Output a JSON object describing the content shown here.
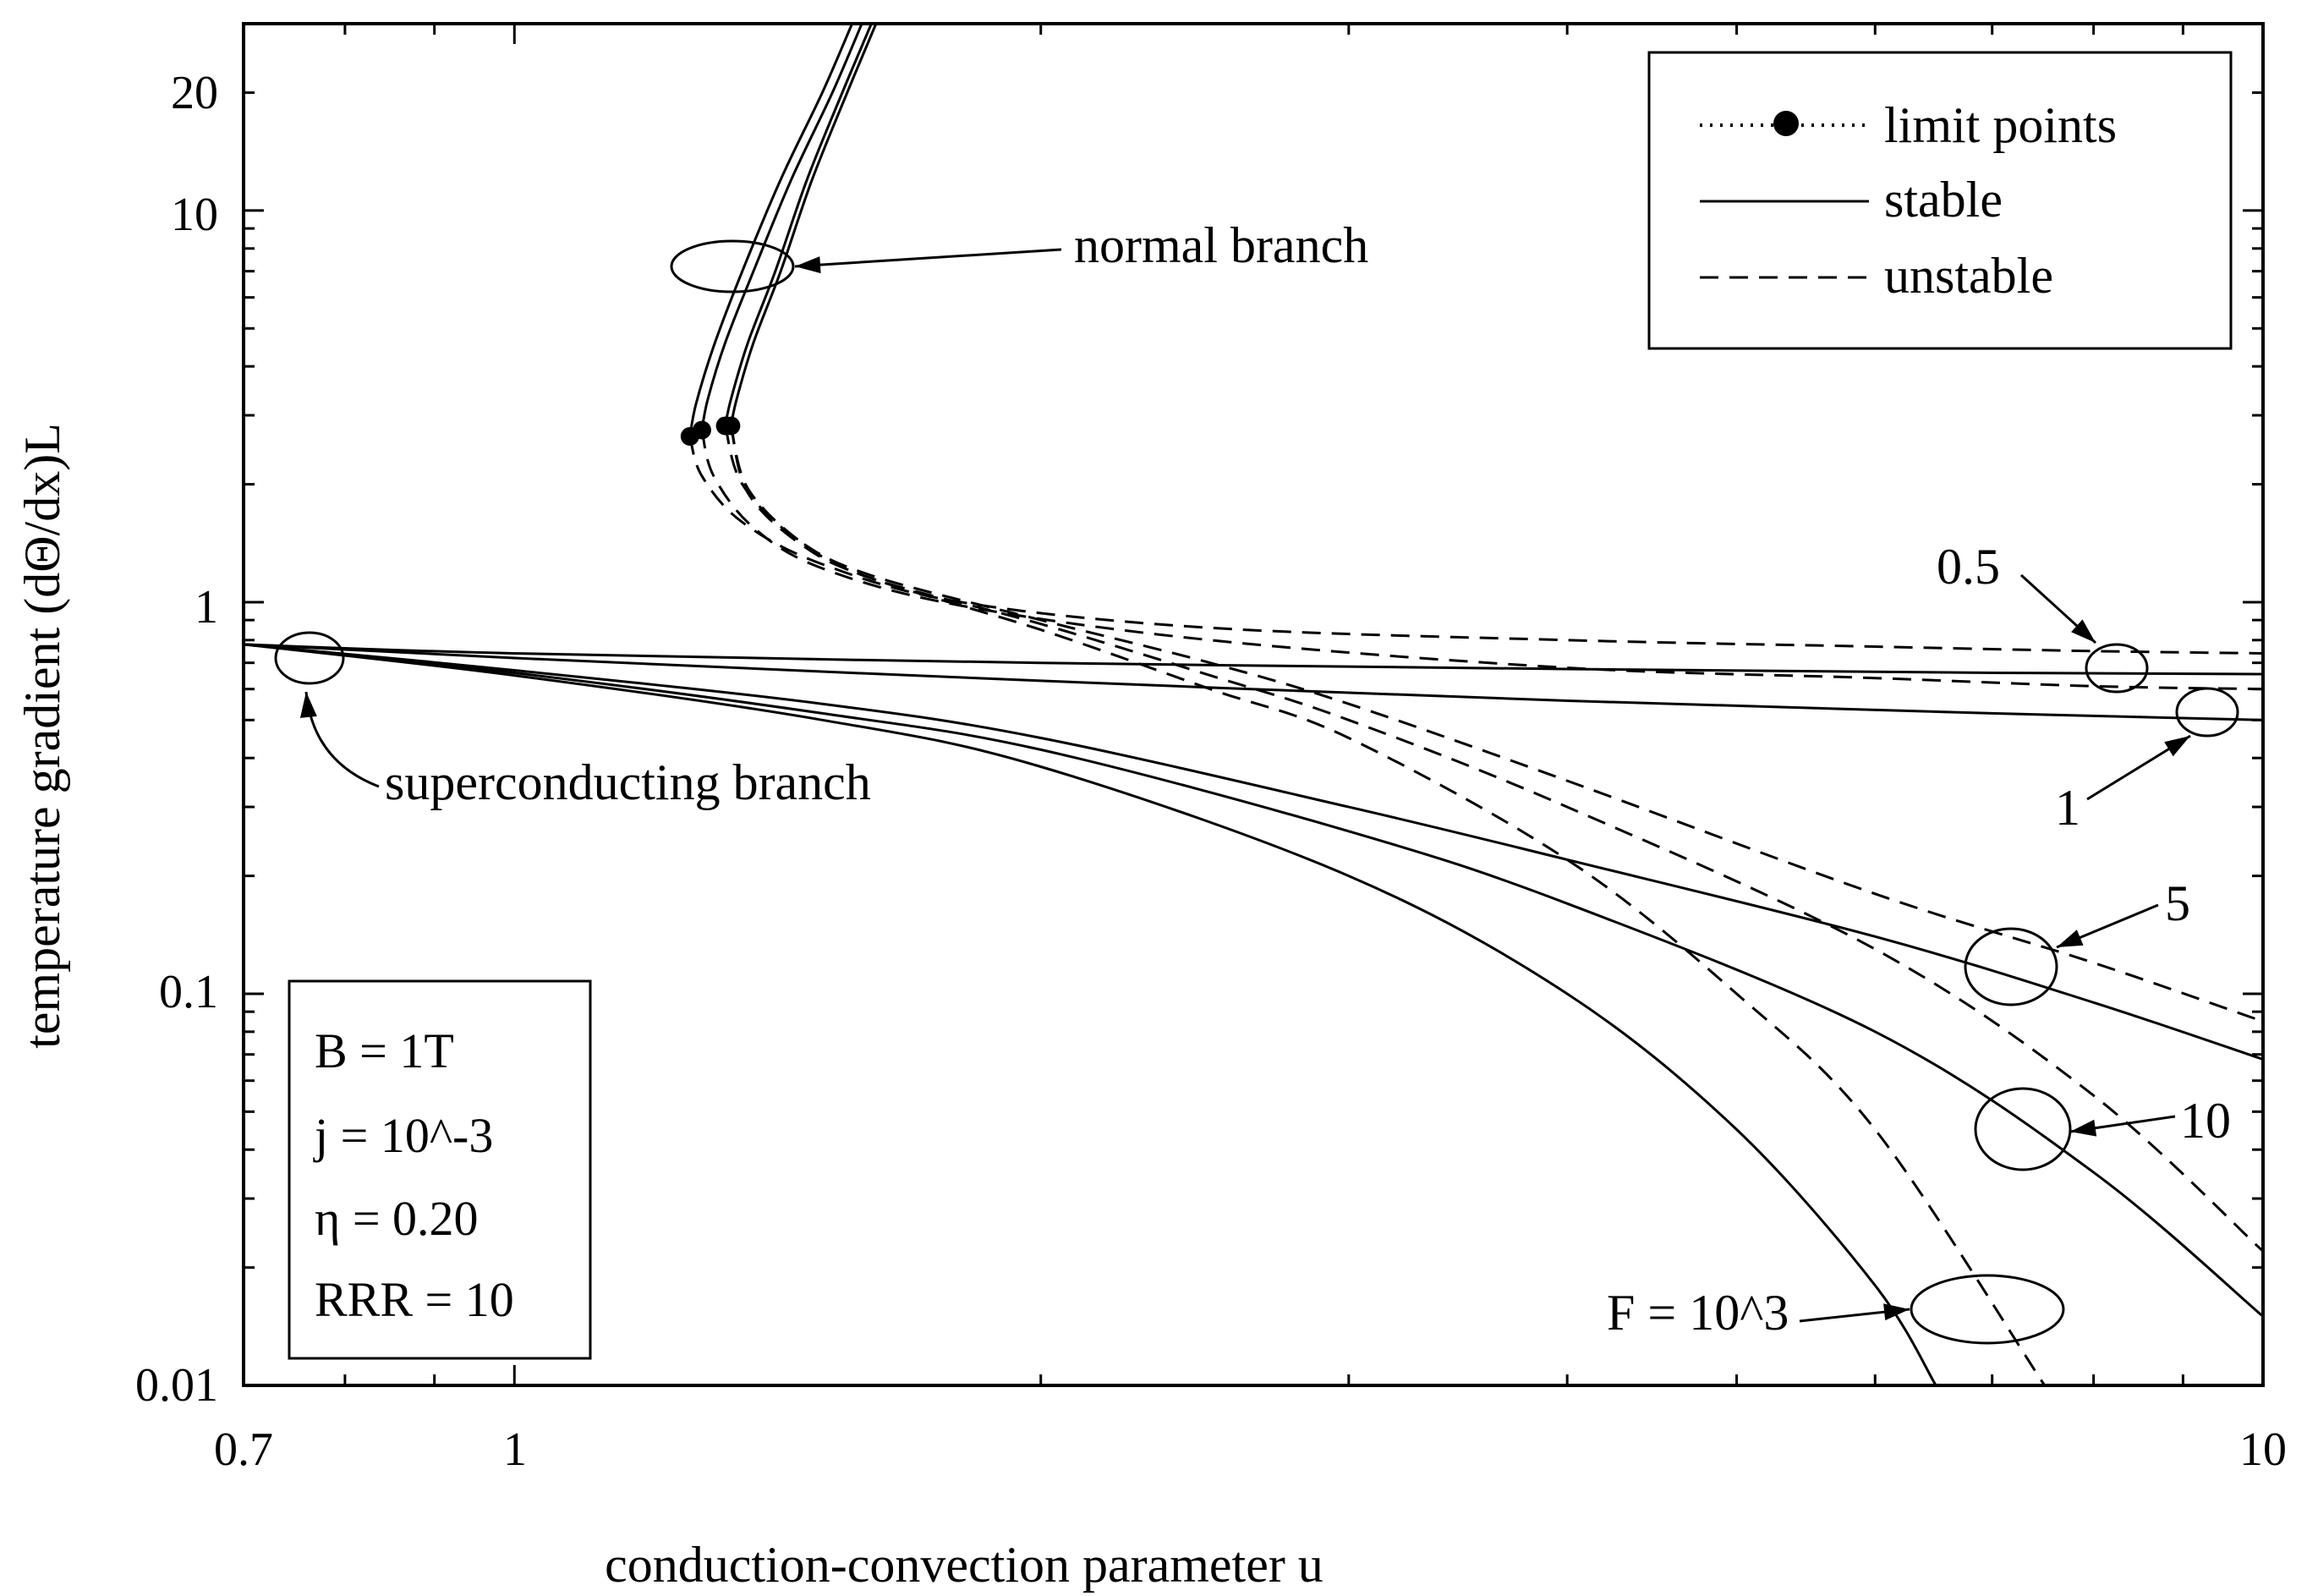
{
  "chart_data": {
    "type": "line",
    "xscale": "log",
    "yscale": "log",
    "xlim": [
      0.7,
      10
    ],
    "ylim": [
      0.01,
      30
    ],
    "xlabel": "conduction-convection parameter u",
    "ylabel": "temperature gradient (dΘ/dx)L",
    "x_ticks": [
      0.7,
      1,
      10
    ],
    "x_tick_labels": [
      "0.7",
      "1",
      "10"
    ],
    "y_ticks": [
      0.01,
      0.1,
      1,
      10,
      20
    ],
    "y_tick_labels": [
      "0.01",
      "0.1",
      "1",
      "10",
      "20"
    ],
    "grid": false,
    "legend": {
      "position": "top-right",
      "entries": [
        {
          "label": "limit points",
          "style": "dotted-with-dot"
        },
        {
          "label": "stable",
          "style": "solid"
        },
        {
          "label": "unstable",
          "style": "dashed"
        }
      ]
    },
    "parameters_box": {
      "position": "bottom-left",
      "lines": [
        "B = 1T",
        "j = 10^-3",
        "η = 0.20",
        "RRR = 10"
      ]
    },
    "annotations": [
      {
        "text": "normal branch"
      },
      {
        "text": "superconducting branch"
      },
      {
        "text": "0.5"
      },
      {
        "text": "1"
      },
      {
        "text": "5"
      },
      {
        "text": "10"
      },
      {
        "text": "F = 10^3"
      }
    ],
    "limit_points": [
      {
        "x": 1.26,
        "y": 2.65
      },
      {
        "x": 1.28,
        "y": 2.75
      },
      {
        "x": 1.32,
        "y": 2.82
      },
      {
        "x": 1.33,
        "y": 2.82
      }
    ],
    "normal_branches": [
      {
        "F": "0.5",
        "x": [
          1.26,
          1.27,
          1.3,
          1.35,
          1.42,
          1.5,
          1.56
        ],
        "y": [
          2.65,
          3.2,
          4.5,
          7.0,
          12.0,
          20.0,
          30.0
        ]
      },
      {
        "F": "1",
        "x": [
          1.28,
          1.29,
          1.32,
          1.37,
          1.44,
          1.52,
          1.58
        ],
        "y": [
          2.75,
          3.3,
          4.6,
          7.0,
          12.0,
          20.0,
          30.0
        ]
      },
      {
        "F": "5",
        "x": [
          1.32,
          1.33,
          1.36,
          1.41,
          1.47,
          1.54,
          1.6
        ],
        "y": [
          2.82,
          3.3,
          4.6,
          7.0,
          12.0,
          20.0,
          30.0
        ]
      },
      {
        "F": "10^3",
        "x": [
          1.33,
          1.34,
          1.37,
          1.42,
          1.48,
          1.55,
          1.61
        ],
        "y": [
          2.82,
          3.3,
          4.6,
          7.0,
          12.0,
          20.0,
          30.0
        ]
      }
    ],
    "series": [
      {
        "name": "0.5",
        "stable_x": [
          0.7,
          1,
          2,
          4,
          7,
          10
        ],
        "stable_y": [
          0.78,
          0.74,
          0.7,
          0.675,
          0.66,
          0.655
        ],
        "unstable_x": [
          1.26,
          1.28,
          1.35,
          1.5,
          1.8,
          2.5,
          4,
          6,
          8,
          10
        ],
        "unstable_y": [
          2.65,
          2.1,
          1.6,
          1.25,
          1.0,
          0.86,
          0.8,
          0.77,
          0.75,
          0.74
        ]
      },
      {
        "name": "1",
        "stable_x": [
          0.7,
          1,
          2,
          4,
          7,
          10
        ],
        "stable_y": [
          0.78,
          0.72,
          0.63,
          0.56,
          0.52,
          0.5
        ],
        "unstable_x": [
          1.28,
          1.3,
          1.37,
          1.5,
          1.8,
          2.5,
          4,
          6,
          8,
          10
        ],
        "unstable_y": [
          2.75,
          2.1,
          1.55,
          1.22,
          0.98,
          0.8,
          0.68,
          0.64,
          0.61,
          0.6
        ]
      },
      {
        "name": "5",
        "stable_x": [
          0.7,
          1,
          1.5,
          2,
          3,
          4,
          6,
          8,
          10
        ],
        "stable_y": [
          0.78,
          0.67,
          0.55,
          0.45,
          0.3,
          0.22,
          0.14,
          0.095,
          0.068
        ],
        "unstable_x": [
          1.32,
          1.35,
          1.45,
          1.6,
          2,
          2.5,
          3,
          4,
          6,
          8,
          10
        ],
        "unstable_y": [
          2.82,
          2.0,
          1.45,
          1.17,
          0.9,
          0.7,
          0.55,
          0.35,
          0.18,
          0.12,
          0.085
        ]
      },
      {
        "name": "10",
        "stable_x": [
          0.7,
          1,
          1.5,
          2,
          3,
          4,
          6,
          8,
          10
        ],
        "stable_y": [
          0.78,
          0.66,
          0.52,
          0.42,
          0.26,
          0.17,
          0.08,
          0.035,
          0.015
        ],
        "unstable_x": [
          1.33,
          1.36,
          1.46,
          1.6,
          2,
          2.5,
          3,
          4,
          6,
          8,
          10
        ],
        "unstable_y": [
          2.82,
          1.95,
          1.42,
          1.15,
          0.88,
          0.65,
          0.5,
          0.3,
          0.13,
          0.055,
          0.022
        ]
      },
      {
        "name": "F = 10^3",
        "stable_x": [
          0.7,
          1,
          1.5,
          2,
          3,
          4,
          5,
          6,
          6.5
        ],
        "stable_y": [
          0.78,
          0.65,
          0.5,
          0.38,
          0.2,
          0.1,
          0.045,
          0.018,
          0.01
        ],
        "unstable_x": [
          1.33,
          1.36,
          1.46,
          1.6,
          2,
          2.5,
          3,
          4,
          5,
          6,
          7.5
        ],
        "unstable_y": [
          2.82,
          1.9,
          1.4,
          1.15,
          0.85,
          0.6,
          0.45,
          0.22,
          0.1,
          0.045,
          0.01
        ]
      }
    ]
  }
}
